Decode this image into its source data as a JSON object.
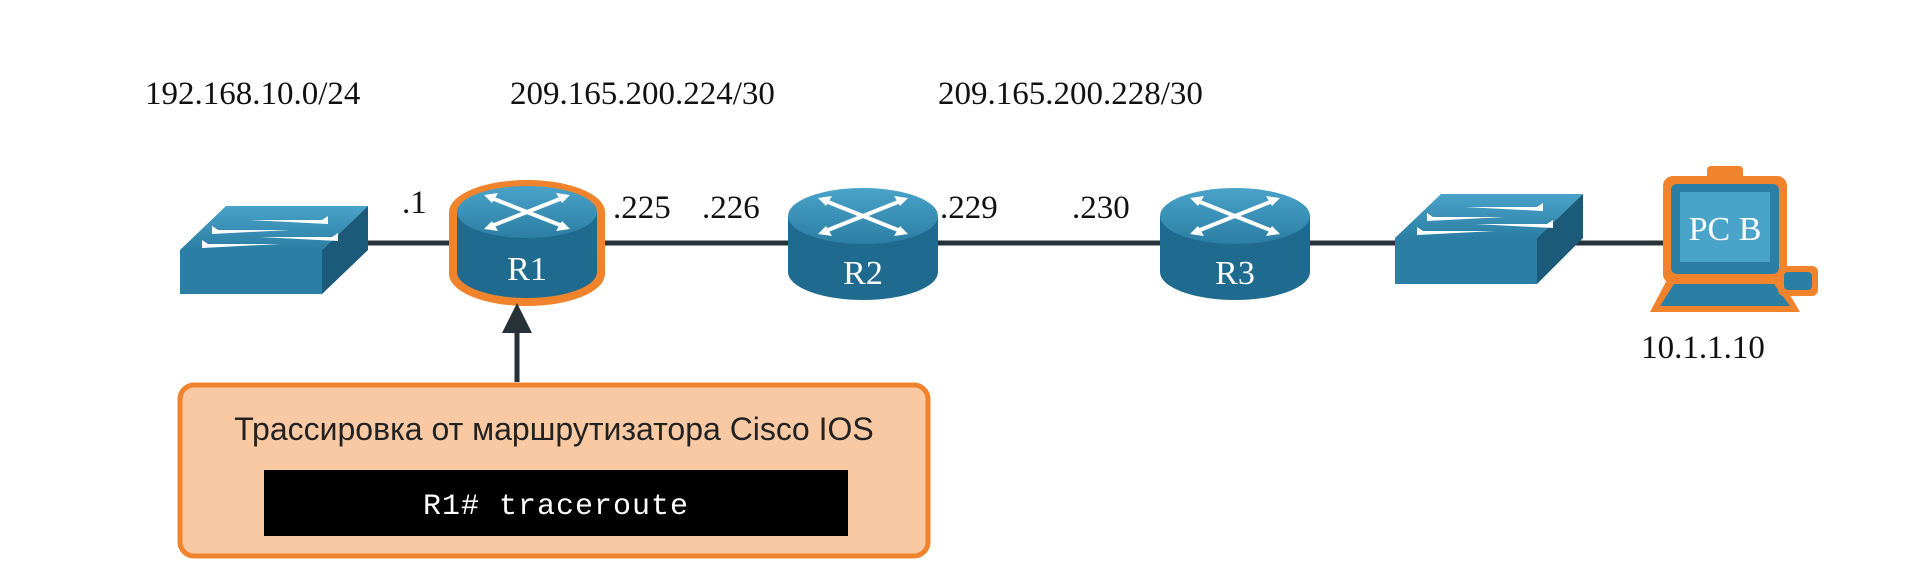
{
  "networks": {
    "lan_a": "192.168.10.0/24",
    "wan_1": "209.165.200.224/30",
    "wan_2": "209.165.200.228/30"
  },
  "interfaces": {
    "r1_lan": ".1",
    "r1_wan": ".225",
    "r2_left": ".226",
    "r2_right": ".229",
    "r3_left": ".230"
  },
  "devices": {
    "r1": "R1",
    "r2": "R2",
    "r3": "R3",
    "pc_b": "PC B",
    "pc_b_ip": "10.1.1.10"
  },
  "callout": {
    "title": "Трассировка от маршрутизатора Cisco IOS",
    "command": "R1# traceroute"
  },
  "colors": {
    "device_blue": "#2b7ea4",
    "device_dark": "#1b5a79",
    "highlight": "#f0832c",
    "callout_fill": "#f9c9a3",
    "link": "#263238"
  },
  "icons": {
    "switch": "switch-icon",
    "router": "router-icon",
    "pc": "pc-icon"
  }
}
